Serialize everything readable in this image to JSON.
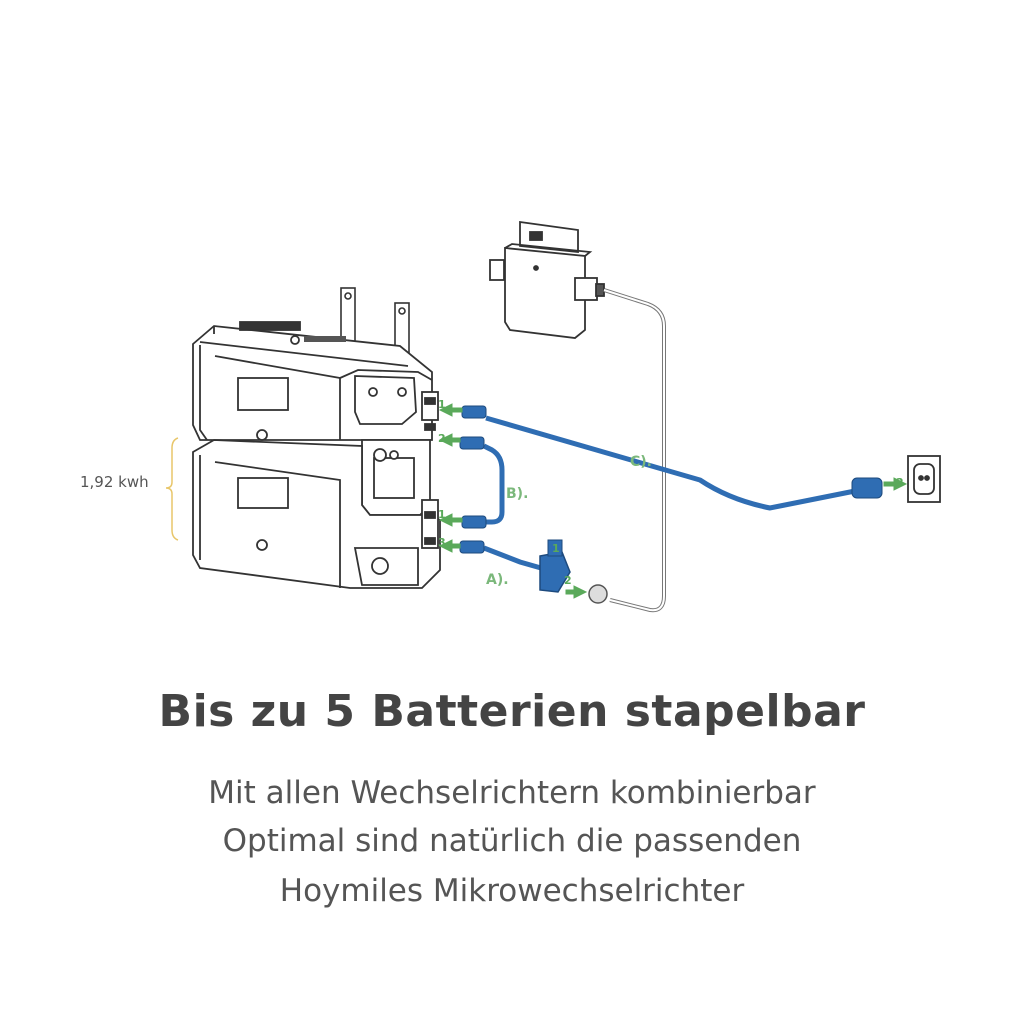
{
  "diagram": {
    "capacity_label": "1,92 kwh",
    "cable_labels": {
      "a": "A).",
      "b": "B).",
      "c": "C)."
    },
    "port_numbers": [
      "1",
      "2",
      "1",
      "3"
    ],
    "plug_numbers": [
      "1",
      "2",
      "2"
    ],
    "colors": {
      "cable": "#2f6db3",
      "arrow": "#5aa95a",
      "label": "#7bb87b",
      "bracket": "#e8c66a",
      "outline": "#333333"
    }
  },
  "headline": "Bis zu 5 Batterien stapelbar",
  "subtitle": {
    "line1": "Mit allen Wechselrichtern kombinierbar",
    "line2": "Optimal sind natürlich die passenden",
    "line3": "Hoymiles Mikrowechselrichter"
  }
}
